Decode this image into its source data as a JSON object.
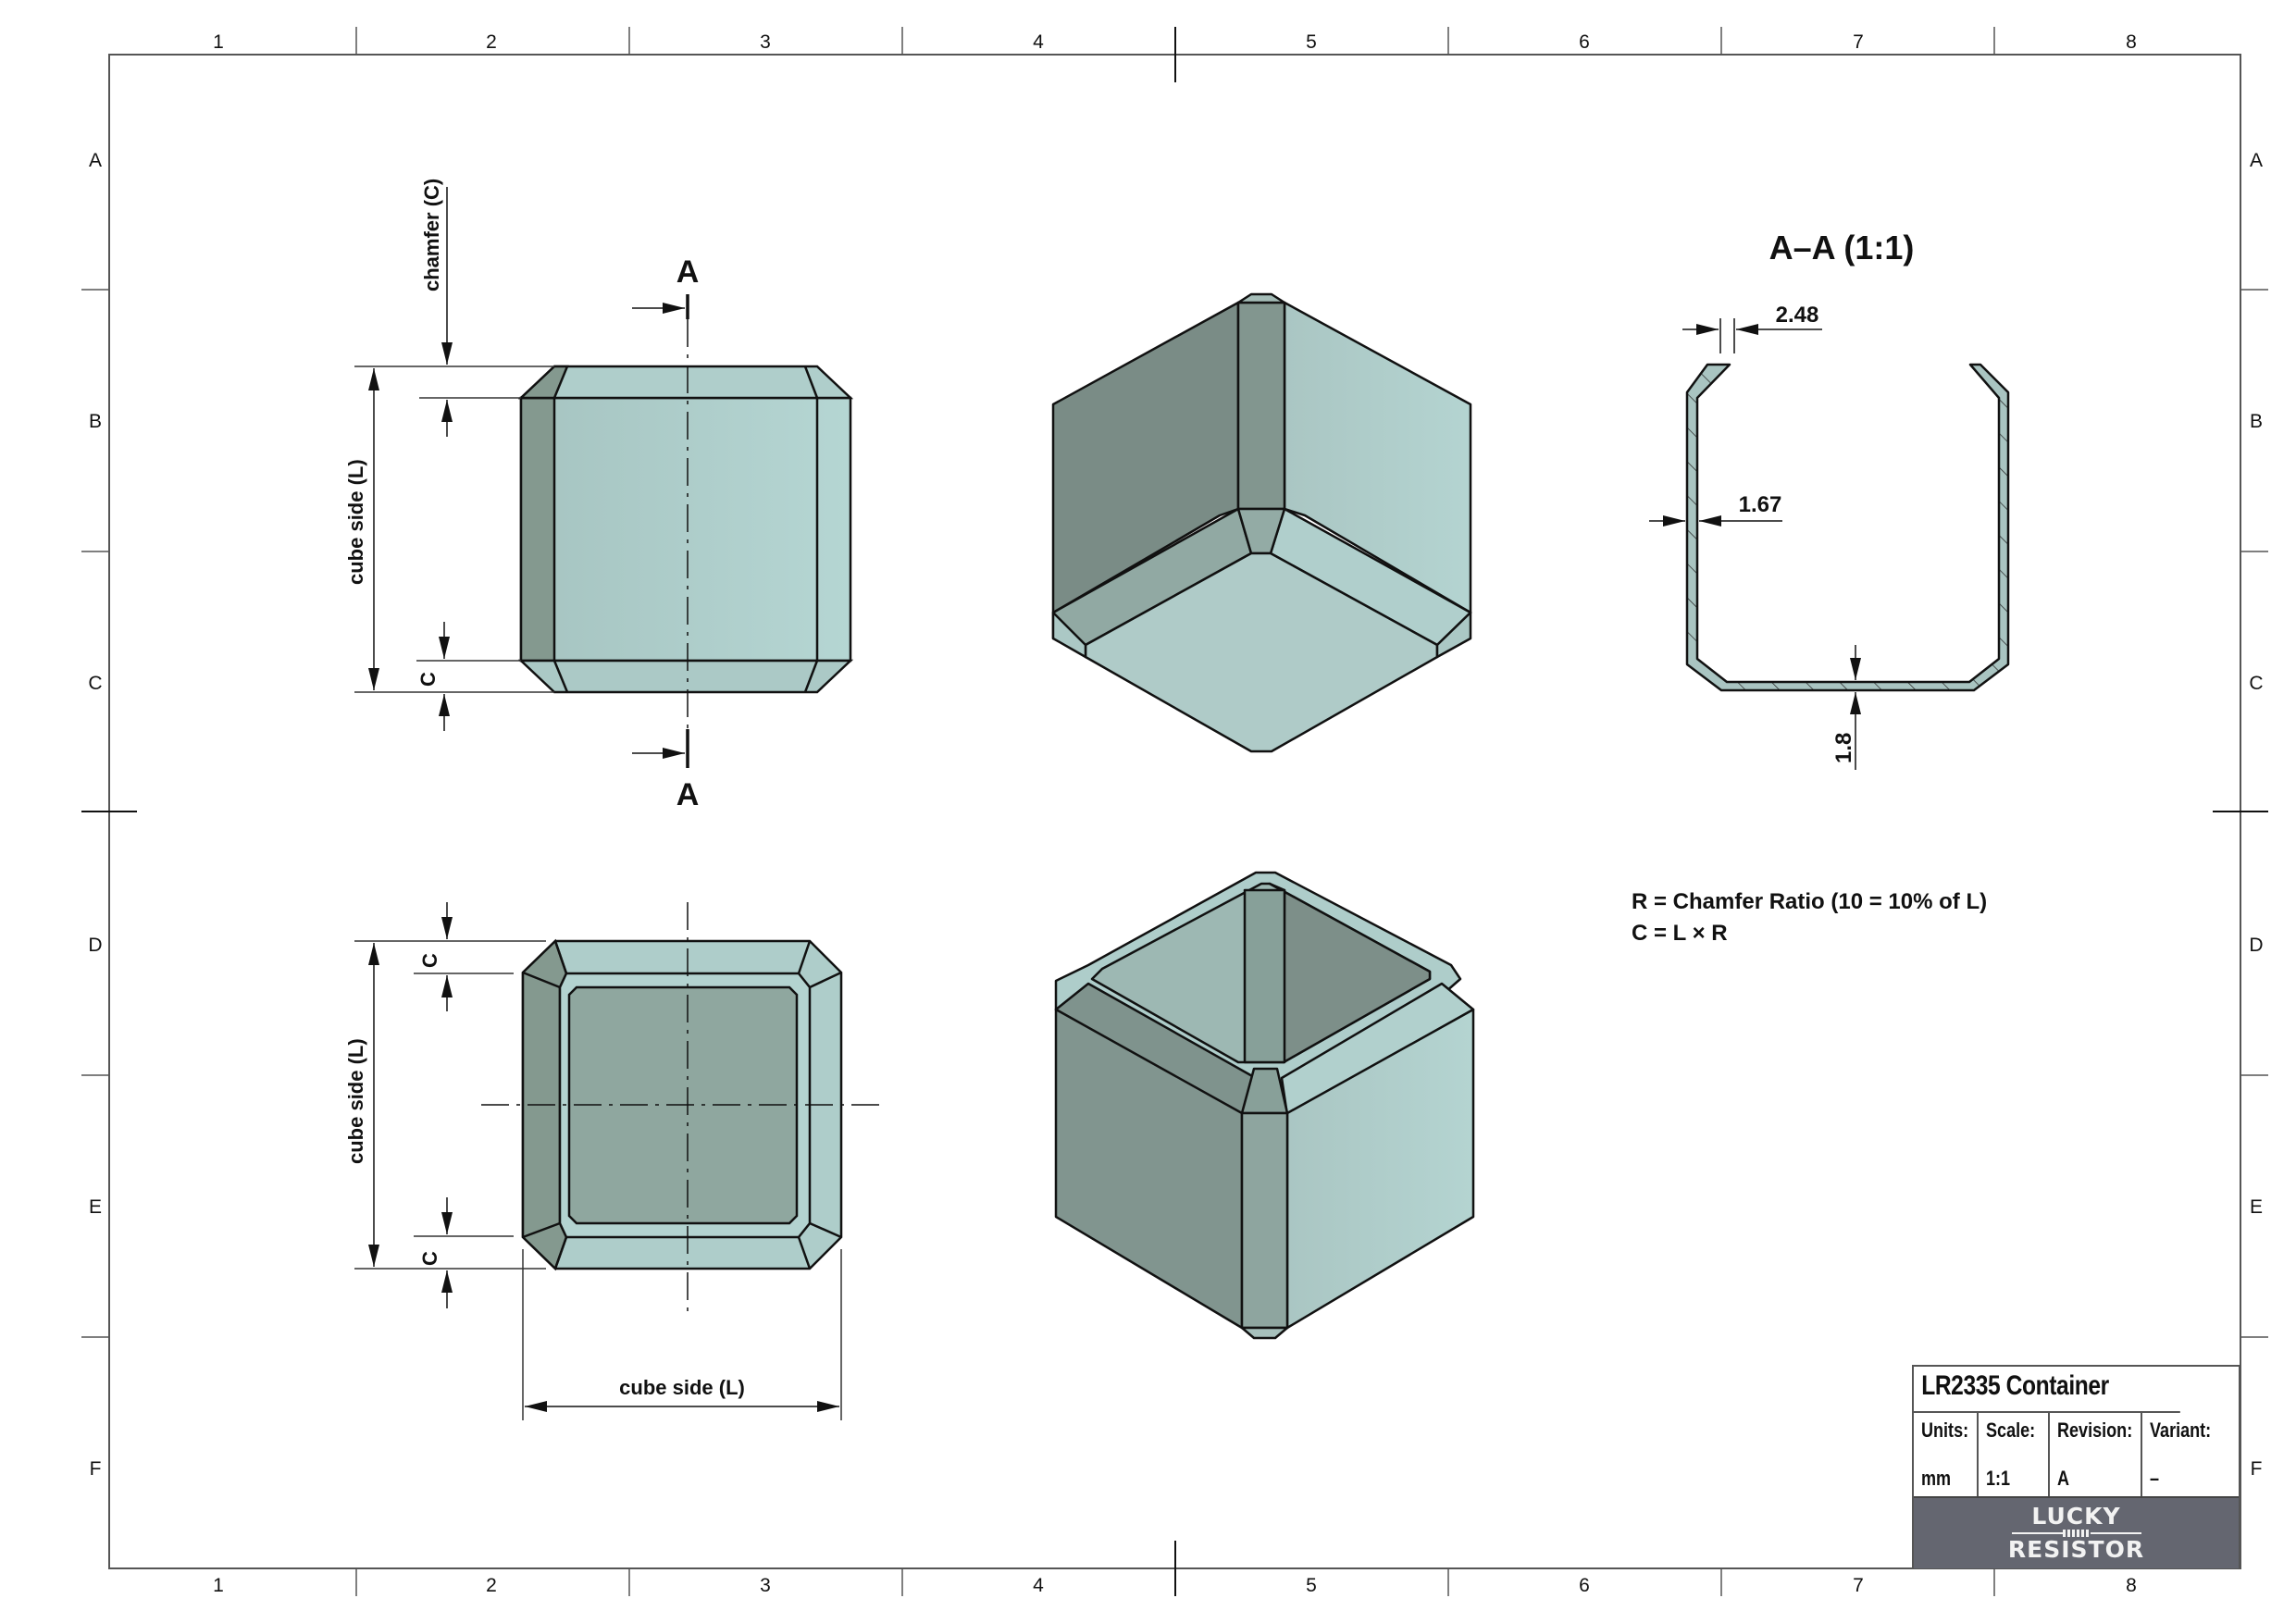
{
  "sheet": {
    "columns": [
      "1",
      "2",
      "3",
      "4",
      "5",
      "6",
      "7",
      "8"
    ],
    "rows": [
      "A",
      "B",
      "C",
      "D",
      "E",
      "F"
    ]
  },
  "front_view": {
    "chamfer_label": "chamfer (C)",
    "cube_side_label": "cube side (L)",
    "c_label": "C",
    "section_marker_top": "A",
    "section_marker_bottom": "A"
  },
  "top_view": {
    "cube_side_vertical_label": "cube side (L)",
    "cube_side_horizontal_label": "cube side (L)",
    "c_label_top": "C",
    "c_label_bottom": "C"
  },
  "section_view": {
    "title": "A–A (1:1)",
    "dim_top_opening": "2.48",
    "dim_wall": "1.67",
    "dim_bottom": "1.8"
  },
  "notes": {
    "line1": "R = Chamfer Ratio (10 = 10% of L)",
    "line2": "C = L × R"
  },
  "title_block": {
    "title": "LR2335 Container",
    "fields": [
      {
        "key": "Units:",
        "value": "mm"
      },
      {
        "key": "Scale:",
        "value": "1:1"
      },
      {
        "key": "Revision:",
        "value": "A"
      },
      {
        "key": "Variant:",
        "value": "–"
      }
    ],
    "logo_top": "LUCKY",
    "logo_bottom": "RESISTOR"
  },
  "colors": {
    "face_light": "#b3d3d0",
    "face_mid": "#91a9a3",
    "face_dark": "#7a8c86",
    "logo_bg": "#646670",
    "line": "#111111"
  }
}
